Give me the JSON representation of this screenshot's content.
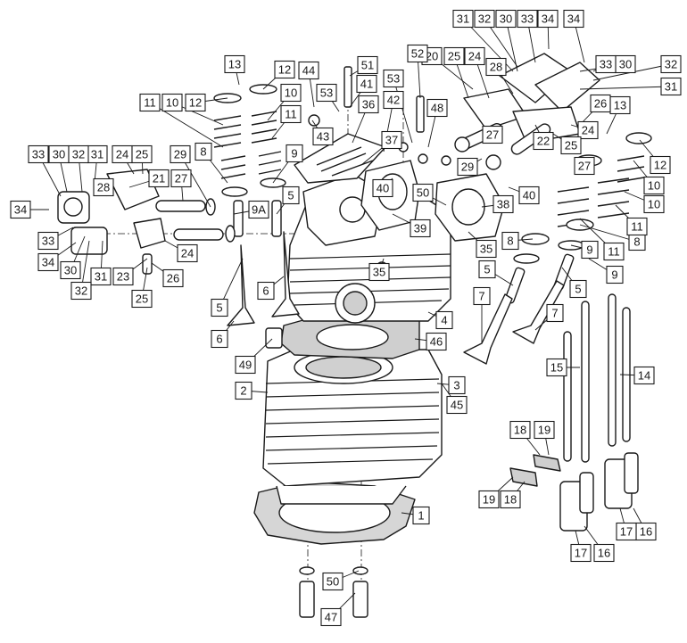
{
  "callouts": [
    {
      "id": "c1",
      "text": "1"
    },
    {
      "id": "c2",
      "text": "2"
    },
    {
      "id": "c3",
      "text": "3"
    },
    {
      "id": "c4",
      "text": "4"
    },
    {
      "id": "c5a",
      "text": "5"
    },
    {
      "id": "c5b",
      "text": "5"
    },
    {
      "id": "c5c",
      "text": "5"
    },
    {
      "id": "c5d",
      "text": "5"
    },
    {
      "id": "c6a",
      "text": "6"
    },
    {
      "id": "c6b",
      "text": "6"
    },
    {
      "id": "c7a",
      "text": "7"
    },
    {
      "id": "c7b",
      "text": "7"
    },
    {
      "id": "c8a",
      "text": "8"
    },
    {
      "id": "c8b",
      "text": "8"
    },
    {
      "id": "c8c",
      "text": "8"
    },
    {
      "id": "c9a",
      "text": "9"
    },
    {
      "id": "c9b",
      "text": "9"
    },
    {
      "id": "c9c",
      "text": "9"
    },
    {
      "id": "c9A",
      "text": "9A"
    },
    {
      "id": "c10a",
      "text": "10"
    },
    {
      "id": "c10b",
      "text": "10"
    },
    {
      "id": "c10c",
      "text": "10"
    },
    {
      "id": "c10d",
      "text": "10"
    },
    {
      "id": "c11a",
      "text": "11"
    },
    {
      "id": "c11b",
      "text": "11"
    },
    {
      "id": "c11c",
      "text": "11"
    },
    {
      "id": "c11d",
      "text": "11"
    },
    {
      "id": "c12a",
      "text": "12"
    },
    {
      "id": "c12b",
      "text": "12"
    },
    {
      "id": "c12c",
      "text": "12"
    },
    {
      "id": "c13a",
      "text": "13"
    },
    {
      "id": "c13b",
      "text": "13"
    },
    {
      "id": "c14",
      "text": "14"
    },
    {
      "id": "c15",
      "text": "15"
    },
    {
      "id": "c16a",
      "text": "16"
    },
    {
      "id": "c16b",
      "text": "16"
    },
    {
      "id": "c17a",
      "text": "17"
    },
    {
      "id": "c17b",
      "text": "17"
    },
    {
      "id": "c18a",
      "text": "18"
    },
    {
      "id": "c18b",
      "text": "18"
    },
    {
      "id": "c19a",
      "text": "19"
    },
    {
      "id": "c19b",
      "text": "19"
    },
    {
      "id": "c20",
      "text": "20"
    },
    {
      "id": "c21",
      "text": "21"
    },
    {
      "id": "c22",
      "text": "22"
    },
    {
      "id": "c23",
      "text": "23"
    },
    {
      "id": "c24a",
      "text": "24"
    },
    {
      "id": "c24b",
      "text": "24"
    },
    {
      "id": "c24c",
      "text": "24"
    },
    {
      "id": "c24d",
      "text": "24"
    },
    {
      "id": "c25a",
      "text": "25"
    },
    {
      "id": "c25b",
      "text": "25"
    },
    {
      "id": "c25c",
      "text": "25"
    },
    {
      "id": "c25d",
      "text": "25"
    },
    {
      "id": "c26a",
      "text": "26"
    },
    {
      "id": "c26b",
      "text": "26"
    },
    {
      "id": "c27a",
      "text": "27"
    },
    {
      "id": "c27b",
      "text": "27"
    },
    {
      "id": "c27c",
      "text": "27"
    },
    {
      "id": "c28a",
      "text": "28"
    },
    {
      "id": "c28b",
      "text": "28"
    },
    {
      "id": "c29a",
      "text": "29"
    },
    {
      "id": "c29b",
      "text": "29"
    },
    {
      "id": "c30a",
      "text": "30"
    },
    {
      "id": "c30b",
      "text": "30"
    },
    {
      "id": "c30c",
      "text": "30"
    },
    {
      "id": "c30d",
      "text": "30"
    },
    {
      "id": "c31a",
      "text": "31"
    },
    {
      "id": "c31b",
      "text": "31"
    },
    {
      "id": "c31c",
      "text": "31"
    },
    {
      "id": "c31d",
      "text": "31"
    },
    {
      "id": "c32a",
      "text": "32"
    },
    {
      "id": "c32b",
      "text": "32"
    },
    {
      "id": "c32c",
      "text": "32"
    },
    {
      "id": "c32d",
      "text": "32"
    },
    {
      "id": "c33a",
      "text": "33"
    },
    {
      "id": "c33b",
      "text": "33"
    },
    {
      "id": "c33c",
      "text": "33"
    },
    {
      "id": "c33d",
      "text": "33"
    },
    {
      "id": "c34a",
      "text": "34"
    },
    {
      "id": "c34b",
      "text": "34"
    },
    {
      "id": "c34c",
      "text": "34"
    },
    {
      "id": "c34d",
      "text": "34"
    },
    {
      "id": "c35a",
      "text": "35"
    },
    {
      "id": "c35b",
      "text": "35"
    },
    {
      "id": "c36",
      "text": "36"
    },
    {
      "id": "c37",
      "text": "37"
    },
    {
      "id": "c38",
      "text": "38"
    },
    {
      "id": "c39",
      "text": "39"
    },
    {
      "id": "c40a",
      "text": "40"
    },
    {
      "id": "c40b",
      "text": "40"
    },
    {
      "id": "c41",
      "text": "41"
    },
    {
      "id": "c42",
      "text": "42"
    },
    {
      "id": "c43",
      "text": "43"
    },
    {
      "id": "c44",
      "text": "44"
    },
    {
      "id": "c45",
      "text": "45"
    },
    {
      "id": "c46",
      "text": "46"
    },
    {
      "id": "c47",
      "text": "47"
    },
    {
      "id": "c48",
      "text": "48"
    },
    {
      "id": "c49",
      "text": "49"
    },
    {
      "id": "c50a",
      "text": "50"
    },
    {
      "id": "c50b",
      "text": "50"
    },
    {
      "id": "c51",
      "text": "51"
    },
    {
      "id": "c52",
      "text": "52"
    },
    {
      "id": "c53a",
      "text": "53"
    },
    {
      "id": "c53b",
      "text": "53"
    }
  ],
  "colors": {
    "ink": "#1a1a1a",
    "paper": "#ffffff",
    "shade": "#bdbdbd"
  }
}
